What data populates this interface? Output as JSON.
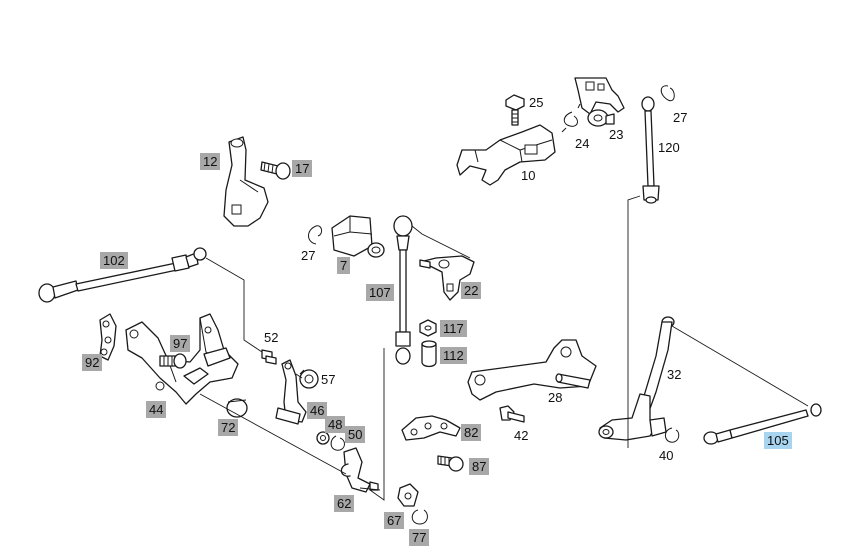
{
  "colors": {
    "label_gray": "#a8a8a8",
    "label_highlight": "#a9d4ef",
    "line": "#1a1a1a",
    "background": "#ffffff"
  },
  "callouts": [
    {
      "id": "p12",
      "text": "12",
      "style": "gray"
    },
    {
      "id": "p17",
      "text": "17",
      "style": "gray"
    },
    {
      "id": "p25",
      "text": "25",
      "style": "plain"
    },
    {
      "id": "p10",
      "text": "10",
      "style": "plain"
    },
    {
      "id": "p24",
      "text": "24",
      "style": "plain"
    },
    {
      "id": "p23",
      "text": "23",
      "style": "plain"
    },
    {
      "id": "p27a",
      "text": "27",
      "style": "plain"
    },
    {
      "id": "p120",
      "text": "120",
      "style": "plain"
    },
    {
      "id": "p27b",
      "text": "27",
      "style": "plain"
    },
    {
      "id": "p7",
      "text": "7",
      "style": "gray"
    },
    {
      "id": "p22",
      "text": "22",
      "style": "gray"
    },
    {
      "id": "p102",
      "text": "102",
      "style": "gray"
    },
    {
      "id": "p107",
      "text": "107",
      "style": "gray"
    },
    {
      "id": "p117",
      "text": "117",
      "style": "gray"
    },
    {
      "id": "p112",
      "text": "112",
      "style": "gray"
    },
    {
      "id": "p52",
      "text": "52",
      "style": "plain"
    },
    {
      "id": "p97",
      "text": "97",
      "style": "gray"
    },
    {
      "id": "p92",
      "text": "92",
      "style": "gray"
    },
    {
      "id": "p57",
      "text": "57",
      "style": "plain"
    },
    {
      "id": "p44",
      "text": "44",
      "style": "gray"
    },
    {
      "id": "p46",
      "text": "46",
      "style": "gray"
    },
    {
      "id": "p48",
      "text": "48",
      "style": "gray"
    },
    {
      "id": "p50",
      "text": "50",
      "style": "gray"
    },
    {
      "id": "p72",
      "text": "72",
      "style": "gray"
    },
    {
      "id": "p32",
      "text": "32",
      "style": "plain"
    },
    {
      "id": "p28",
      "text": "28",
      "style": "plain"
    },
    {
      "id": "p42",
      "text": "42",
      "style": "plain"
    },
    {
      "id": "p82",
      "text": "82",
      "style": "gray"
    },
    {
      "id": "p87",
      "text": "87",
      "style": "gray"
    },
    {
      "id": "p40",
      "text": "40",
      "style": "plain"
    },
    {
      "id": "p105",
      "text": "105",
      "style": "blue"
    },
    {
      "id": "p62",
      "text": "62",
      "style": "gray"
    },
    {
      "id": "p67",
      "text": "67",
      "style": "gray"
    },
    {
      "id": "p77",
      "text": "77",
      "style": "gray"
    }
  ]
}
